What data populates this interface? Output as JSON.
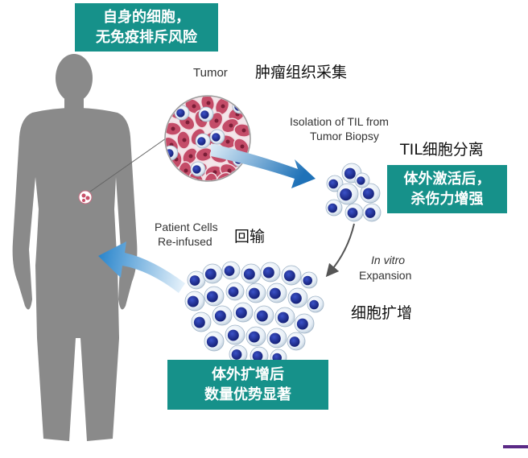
{
  "boxes": {
    "autologous": {
      "line1": "自身的细胞，",
      "line2": "无免疫排斥风险"
    },
    "activation": {
      "line1": "体外激活后，",
      "line2": "杀伤力增强"
    },
    "expansion": {
      "line1": "体外扩增后",
      "line2": "数量优势显著"
    }
  },
  "labels": {
    "tumor_en": "Tumor",
    "tumor_cn": "肿瘤组织采集",
    "isolation_en_1": "Isolation of TIL from",
    "isolation_en_2": "Tumor Biopsy",
    "isolation_cn": "TIL细胞分离",
    "patient_en_1": "Patient Cells",
    "patient_en_2": "Re-infused",
    "reinfuse_cn": "回输",
    "invitro_en": "In vitro",
    "expansion_en": "Expansion",
    "expansion_cn": "细胞扩增"
  },
  "colors": {
    "teal_box": "#16918a",
    "body_gray": "#8c8c8c",
    "tumor_tissue": "#c8506a",
    "cell_nucleus": "#1f2f9a",
    "arrow_blue": "#2c7fc4",
    "accent_bar": "#5b2a86"
  }
}
